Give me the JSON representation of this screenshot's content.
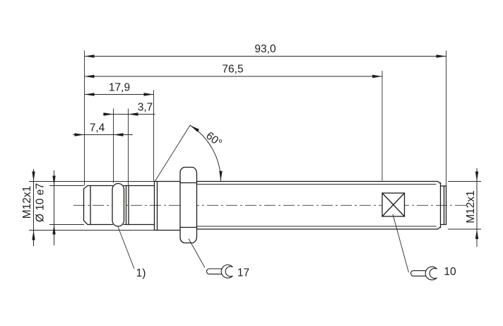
{
  "drawing_type": "technical-dimension-drawing",
  "ink_color": "#1d1d1b",
  "background_color": "#ffffff",
  "dimensions": {
    "overall_length": "93,0",
    "wrench_flats_position": "76,5",
    "connector_section_length": "17,9",
    "groove_width": "3,7",
    "plug_length": "7,4",
    "chamfer_angle": "60°",
    "connector_thread": "M12x1",
    "plug_diameter": "Ø 10 e7",
    "housing_thread": "M12x1"
  },
  "annotations": {
    "footnote_marker": "1)",
    "wrench_size_hex_nut": "17",
    "wrench_size_flats": "10"
  }
}
